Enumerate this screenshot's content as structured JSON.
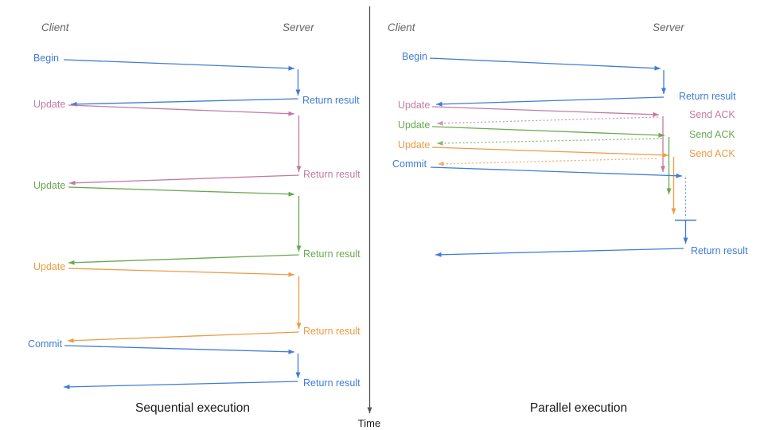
{
  "colors": {
    "blue": "#3f7cd8",
    "pink": "#c27ba0",
    "green": "#6aa84f",
    "orange": "#ec9c44",
    "axis": "#555555",
    "header_gray": "#666666",
    "title_dark": "#1a1a1a"
  },
  "time_axis": {
    "label": "Time"
  },
  "left": {
    "title": "Sequential execution",
    "client_header": "Client",
    "server_header": "Server",
    "messages": [
      {
        "label": "Begin",
        "response": "Return result",
        "color_name": "blue",
        "response_style": "solid"
      },
      {
        "label": "Update",
        "response": "Return result",
        "color_name": "pink",
        "response_style": "solid"
      },
      {
        "label": "Update",
        "response": "Return result",
        "color_name": "green",
        "response_style": "solid"
      },
      {
        "label": "Update",
        "response": "Return result",
        "color_name": "orange",
        "response_style": "solid"
      },
      {
        "label": "Commit",
        "response": "Return result",
        "color_name": "blue",
        "response_style": "solid"
      }
    ]
  },
  "right": {
    "title": "Parallel execution",
    "client_header": "Client",
    "server_header": "Server",
    "messages": [
      {
        "label": "Begin",
        "response": "Return result",
        "color_name": "blue",
        "response_style": "solid"
      },
      {
        "label": "Update",
        "response": "Send ACK",
        "color_name": "pink",
        "response_style": "dotted"
      },
      {
        "label": "Update",
        "response": "Send ACK",
        "color_name": "green",
        "response_style": "dotted"
      },
      {
        "label": "Update",
        "response": "Send ACK",
        "color_name": "orange",
        "response_style": "dotted"
      },
      {
        "label": "Commit",
        "response": "Return result",
        "color_name": "blue",
        "response_style": "solid"
      }
    ]
  }
}
